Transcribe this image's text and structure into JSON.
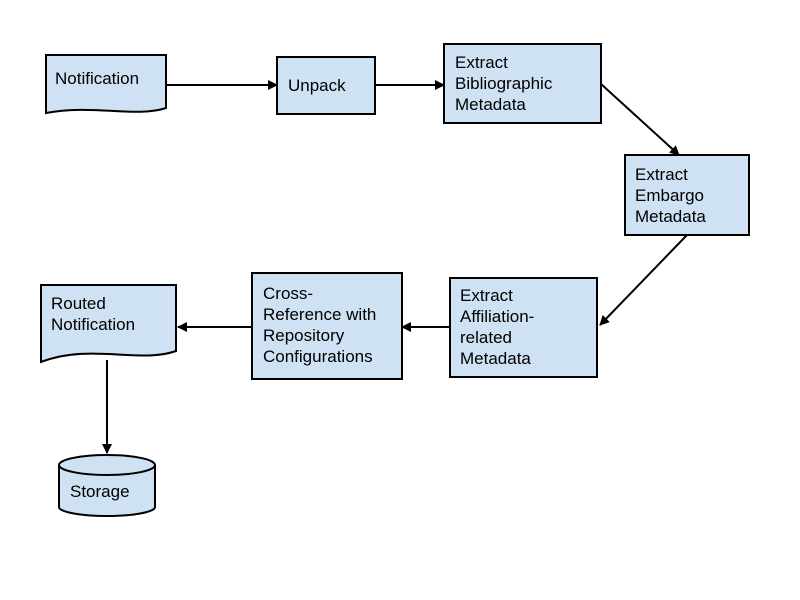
{
  "nodes": {
    "notification": {
      "lines": [
        "Notification"
      ]
    },
    "unpack": {
      "lines": [
        "Unpack"
      ]
    },
    "extract_bibliographic": {
      "lines": [
        "Extract",
        "Bibliographic",
        "Metadata"
      ]
    },
    "extract_embargo": {
      "lines": [
        "Extract",
        "Embargo",
        "Metadata"
      ]
    },
    "extract_affiliation": {
      "lines": [
        "Extract",
        "Affiliation-",
        "related",
        "Metadata"
      ]
    },
    "cross_reference": {
      "lines": [
        "Cross-",
        "Reference with",
        "Repository",
        "Configurations"
      ]
    },
    "routed_notification": {
      "lines": [
        "Routed",
        "Notification"
      ]
    },
    "storage": {
      "lines": [
        "Storage"
      ]
    }
  },
  "colors": {
    "node_fill": "#cfe2f3",
    "stroke": "#000000"
  }
}
